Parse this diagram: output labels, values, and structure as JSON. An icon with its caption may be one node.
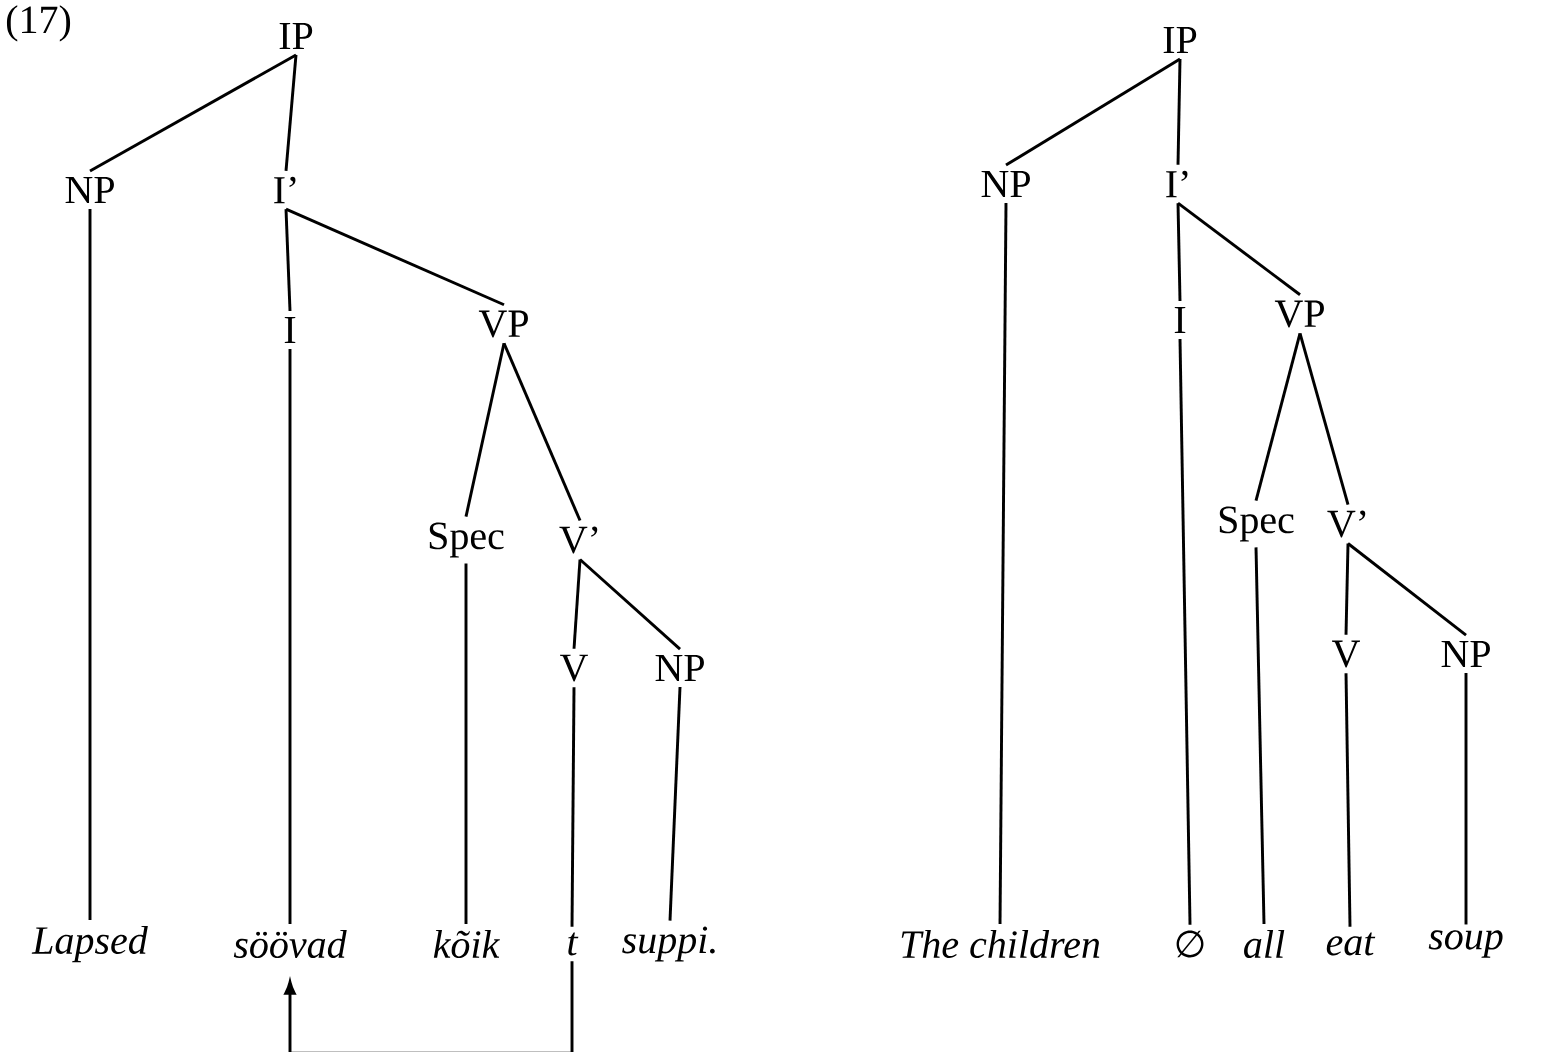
{
  "diagram": {
    "nodes": [
      {
        "text": [
          "IP"
        ]
      },
      {
        "text": [
          "NP"
        ]
      },
      {
        "text": [
          "I’"
        ]
      },
      {
        "text": [
          "I"
        ]
      },
      {
        "text": [
          "VP"
        ]
      },
      {
        "text": [
          "Spec"
        ]
      },
      {
        "text": [
          "V’"
        ]
      },
      {
        "text": [
          "V"
        ]
      },
      {
        "text": [
          "NP"
        ]
      },
      {
        "text": [
          "Lapsed"
        ]
      },
      {
        "text": [
          "söövad"
        ]
      },
      {
        "text": [
          "kõik"
        ]
      },
      {
        "text": [
          "t"
        ]
      },
      {
        "text": [
          "suppi."
        ]
      },
      {
        "text": [
          "IP"
        ]
      },
      {
        "text": [
          "NP"
        ]
      },
      {
        "text": [
          "I’"
        ]
      },
      {
        "text": [
          "I"
        ]
      },
      {
        "text": [
          "VP"
        ]
      },
      {
        "text": [
          "Spec"
        ]
      },
      {
        "text": [
          "V’"
        ]
      },
      {
        "text": [
          "V"
        ]
      },
      {
        "text": [
          "NP"
        ]
      },
      {
        "text": [
          "The children"
        ]
      },
      {
        "text": [
          "∅"
        ]
      },
      {
        "text": [
          "all"
        ]
      },
      {
        "text": [
          "eat"
        ]
      },
      {
        "text": [
          "soup"
        ]
      }
    ],
    "edges": [
      {
        "from": 0,
        "to": 1,
        "arrow": "none"
      },
      {
        "from": 0,
        "to": 2,
        "arrow": "none"
      },
      {
        "from": 2,
        "to": 3,
        "arrow": "none"
      },
      {
        "from": 2,
        "to": 4,
        "arrow": "none"
      },
      {
        "from": 4,
        "to": 5,
        "arrow": "none"
      },
      {
        "from": 4,
        "to": 6,
        "arrow": "none"
      },
      {
        "from": 6,
        "to": 7,
        "arrow": "none"
      },
      {
        "from": 6,
        "to": 8,
        "arrow": "none"
      },
      {
        "from": 1,
        "to": 9,
        "arrow": "none"
      },
      {
        "from": 3,
        "to": 10,
        "arrow": "none"
      },
      {
        "from": 5,
        "to": 11,
        "arrow": "none"
      },
      {
        "from": 7,
        "to": 12,
        "arrow": "none"
      },
      {
        "from": 8,
        "to": 13,
        "arrow": "none"
      },
      {
        "from": 14,
        "to": 15,
        "arrow": "none"
      },
      {
        "from": 14,
        "to": 16,
        "arrow": "none"
      },
      {
        "from": 16,
        "to": 17,
        "arrow": "none"
      },
      {
        "from": 16,
        "to": 18,
        "arrow": "none"
      },
      {
        "from": 18,
        "to": 19,
        "arrow": "none"
      },
      {
        "from": 18,
        "to": 20,
        "arrow": "none"
      },
      {
        "from": 20,
        "to": 21,
        "arrow": "none"
      },
      {
        "from": 20,
        "to": 22,
        "arrow": "none"
      },
      {
        "from": 15,
        "to": 23,
        "arrow": "none"
      },
      {
        "from": 17,
        "to": 24,
        "arrow": "none"
      },
      {
        "from": 19,
        "to": 25,
        "arrow": "none"
      },
      {
        "from": 21,
        "to": 26,
        "arrow": "none"
      },
      {
        "from": 22,
        "to": 27,
        "arrow": "none"
      },
      {
        "from": 12,
        "to": 10,
        "arrow": "to"
      }
    ],
    "labels": [
      "(17)"
    ]
  }
}
